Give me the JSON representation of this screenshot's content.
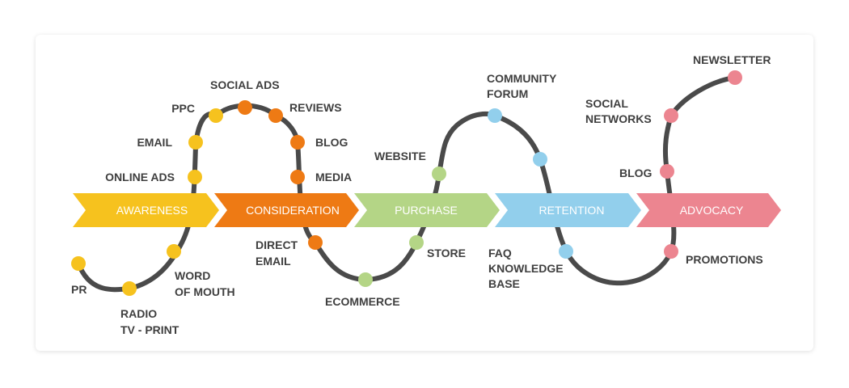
{
  "colors": {
    "awareness": "#f6c21e",
    "consideration": "#ee7a14",
    "purchase": "#b4d586",
    "retention": "#92cfec",
    "advocacy": "#ec8590",
    "path": "#4a4a4a",
    "label": "#3f3f3f"
  },
  "stages": [
    {
      "id": "awareness",
      "label": "AWARENESS"
    },
    {
      "id": "consideration",
      "label": "CONSIDERATION"
    },
    {
      "id": "purchase",
      "label": "PURCHASE"
    },
    {
      "id": "retention",
      "label": "RETENTION"
    },
    {
      "id": "advocacy",
      "label": "ADVOCACY"
    }
  ],
  "touchpoints": {
    "awareness": {
      "pr": [
        "PR"
      ],
      "radio": [
        "RADIO",
        "TV - PRINT"
      ],
      "word": [
        "WORD",
        "OF MOUTH"
      ],
      "online_ads": [
        "ONLINE ADS"
      ],
      "email": [
        "EMAIL"
      ],
      "ppc": [
        "PPC"
      ]
    },
    "consideration": {
      "social_ads": [
        "SOCIAL ADS"
      ],
      "reviews": [
        "REVIEWS"
      ],
      "blog": [
        "BLOG"
      ],
      "media": [
        "MEDIA"
      ],
      "direct_email": [
        "DIRECT",
        "EMAIL"
      ]
    },
    "purchase": {
      "ecommerce": [
        "ECOMMERCE"
      ],
      "store": [
        "STORE"
      ],
      "website": [
        "WEBSITE"
      ]
    },
    "retention": {
      "community": [
        "COMMUNITY",
        "FORUM"
      ],
      "faq": [
        "FAQ",
        "KNOWLEDGE",
        "BASE"
      ]
    },
    "advocacy": {
      "promotions": [
        "PROMOTIONS"
      ],
      "blog": [
        "BLOG"
      ],
      "social_networks": [
        "SOCIAL",
        "NETWORKS"
      ],
      "newsletter": [
        "NEWSLETTER"
      ]
    }
  }
}
